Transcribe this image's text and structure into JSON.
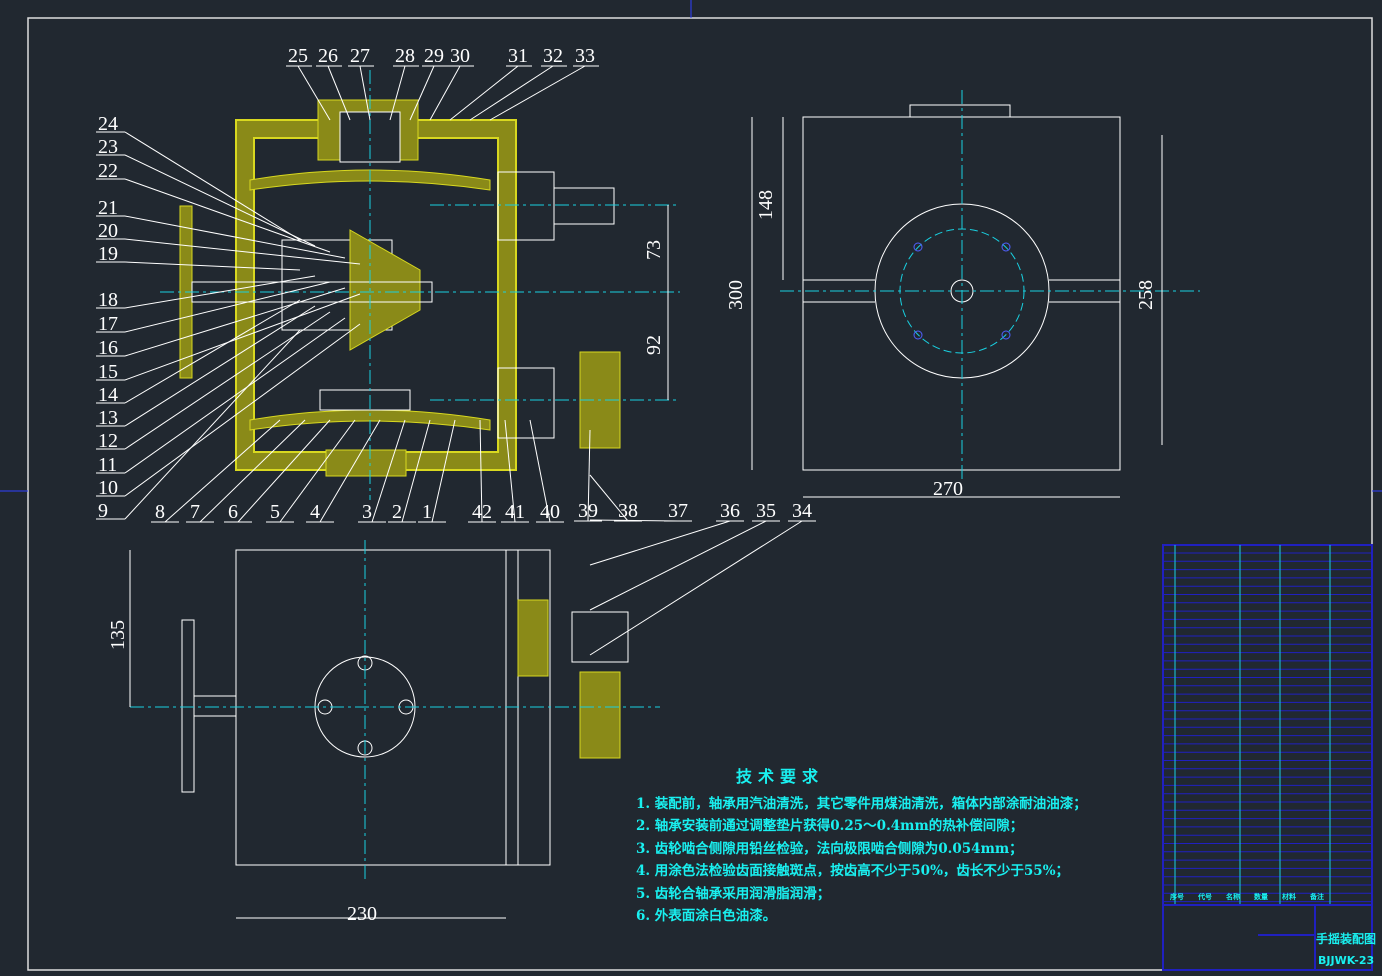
{
  "drawing": {
    "part_balloons_top": [
      "25",
      "26",
      "27",
      "28",
      "29",
      "30",
      "31",
      "32",
      "33"
    ],
    "part_balloons_left": [
      "24",
      "23",
      "22",
      "21",
      "20",
      "19",
      "18",
      "17",
      "16",
      "15",
      "14",
      "13",
      "12",
      "11",
      "10",
      "9"
    ],
    "part_balloons_bottom": [
      "8",
      "7",
      "6",
      "5",
      "4",
      "3",
      "2",
      "1",
      "42",
      "41",
      "40",
      "39",
      "38",
      "37",
      "36",
      "35",
      "34"
    ],
    "dimensions": {
      "d148": "148",
      "d300": "300",
      "d258": "258",
      "d270": "270",
      "d73": "73",
      "d92": "92",
      "d135": "135",
      "d230": "230"
    }
  },
  "tech_requirements": {
    "title": "技术要求",
    "items": [
      "1. 装配前，轴承用汽油清洗，其它零件用煤油清洗，箱体内部涂耐油油漆；",
      "2. 轴承安装前通过调整垫片获得0.25～0.4mm的热补偿间隙；",
      "3. 齿轮啮合侧隙用铅丝检验，法向极限啮合侧隙为0.054mm；",
      "4. 用涂色法检验齿面接触斑点，按齿高不少于50%，齿长不少于55%；",
      "5. 齿轮合轴承采用润滑脂润滑；",
      "6. 外表面涂白色油漆。"
    ]
  },
  "title_block": {
    "drawing_title": "手摇装配图",
    "drawing_number": "BJJWK-23",
    "header_seq": "序号",
    "header_code": "代号",
    "header_name": "名称",
    "header_qty": "数量",
    "header_material": "材料",
    "header_note": "备注"
  },
  "colors": {
    "background": "#212830",
    "housing": "#d8d820",
    "centerline": "#19d0e0",
    "outline": "#ffffff",
    "frame": "#2020c0"
  }
}
